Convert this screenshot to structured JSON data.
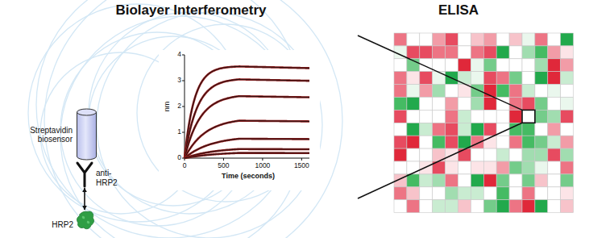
{
  "diagram": {
    "nodes": [
      {
        "text": [
          "Streptavidin biosensor"
        ]
      },
      {
        "text": [
          "anti-HRP2"
        ]
      },
      {
        "text": [
          "HRP2"
        ]
      }
    ],
    "edges": [
      {
        "from": 1,
        "to": 2,
        "arrow": "both"
      }
    ],
    "labels": [
      "Biolayer Interferometry",
      "ELISA",
      "nm",
      "Time (seconds)",
      "0",
      "1",
      "2",
      "3",
      "4",
      "0",
      "500",
      "1000",
      "1500"
    ]
  }
}
